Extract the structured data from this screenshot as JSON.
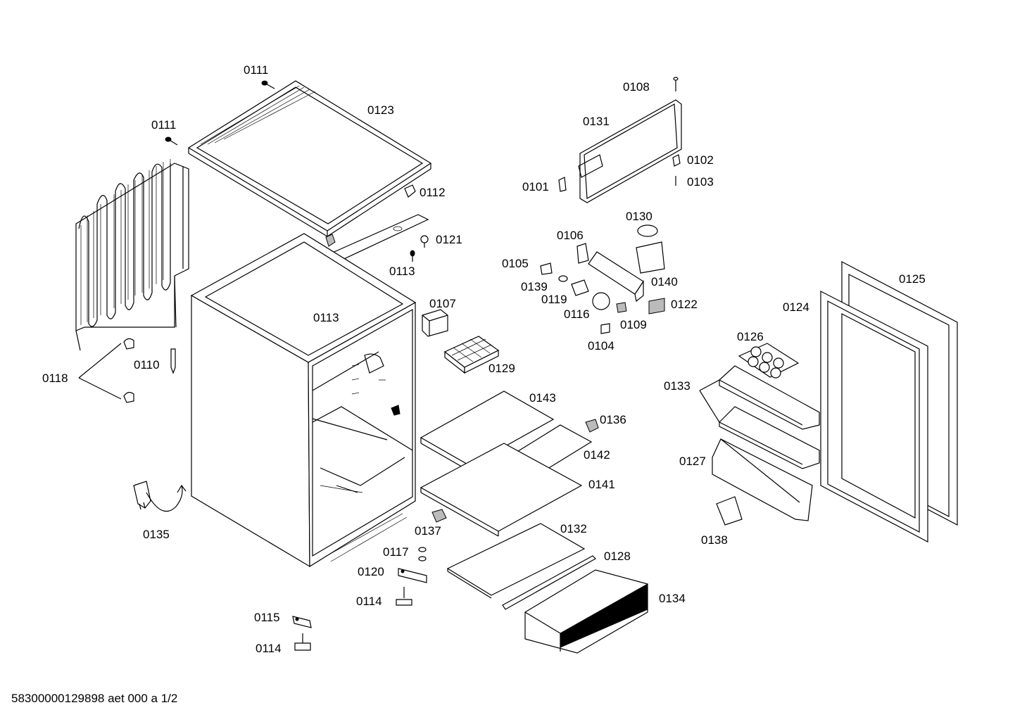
{
  "labels": [
    {
      "id": "label-0111-top",
      "text": "0111"
    },
    {
      "id": "label-0111-left",
      "text": "0111"
    },
    {
      "id": "label-0123",
      "text": "0123"
    },
    {
      "id": "label-0112",
      "text": "0112"
    },
    {
      "id": "label-0121",
      "text": "0121"
    },
    {
      "id": "label-0113-a",
      "text": "0113"
    },
    {
      "id": "label-0113-b",
      "text": "0113"
    },
    {
      "id": "label-0118",
      "text": "0118"
    },
    {
      "id": "label-0110",
      "text": "0110"
    },
    {
      "id": "label-0135",
      "text": "0135"
    },
    {
      "id": "label-0107",
      "text": "0107"
    },
    {
      "id": "label-0129",
      "text": "0129"
    },
    {
      "id": "label-0143",
      "text": "0143"
    },
    {
      "id": "label-0136",
      "text": "0136"
    },
    {
      "id": "label-0142",
      "text": "0142"
    },
    {
      "id": "label-0141",
      "text": "0141"
    },
    {
      "id": "label-0137",
      "text": "0137"
    },
    {
      "id": "label-0132",
      "text": "0132"
    },
    {
      "id": "label-0117",
      "text": "0117"
    },
    {
      "id": "label-0128",
      "text": "0128"
    },
    {
      "id": "label-0120",
      "text": "0120"
    },
    {
      "id": "label-0114-a",
      "text": "0114"
    },
    {
      "id": "label-0134",
      "text": "0134"
    },
    {
      "id": "label-0115",
      "text": "0115"
    },
    {
      "id": "label-0114-b",
      "text": "0114"
    },
    {
      "id": "label-0108",
      "text": "0108"
    },
    {
      "id": "label-0131",
      "text": "0131"
    },
    {
      "id": "label-0102",
      "text": "0102"
    },
    {
      "id": "label-0101",
      "text": "0101"
    },
    {
      "id": "label-0103",
      "text": "0103"
    },
    {
      "id": "label-0130",
      "text": "0130"
    },
    {
      "id": "label-0106",
      "text": "0106"
    },
    {
      "id": "label-0105",
      "text": "0105"
    },
    {
      "id": "label-0139",
      "text": "0139"
    },
    {
      "id": "label-0140",
      "text": "0140"
    },
    {
      "id": "label-0119",
      "text": "0119"
    },
    {
      "id": "label-0122",
      "text": "0122"
    },
    {
      "id": "label-0116",
      "text": "0116"
    },
    {
      "id": "label-0109",
      "text": "0109"
    },
    {
      "id": "label-0104",
      "text": "0104"
    },
    {
      "id": "label-0125",
      "text": "0125"
    },
    {
      "id": "label-0124",
      "text": "0124"
    },
    {
      "id": "label-0126",
      "text": "0126"
    },
    {
      "id": "label-0133",
      "text": "0133"
    },
    {
      "id": "label-0127",
      "text": "0127"
    },
    {
      "id": "label-0138",
      "text": "0138"
    }
  ],
  "footer": "58300000129898 aet 000 a 1/2"
}
